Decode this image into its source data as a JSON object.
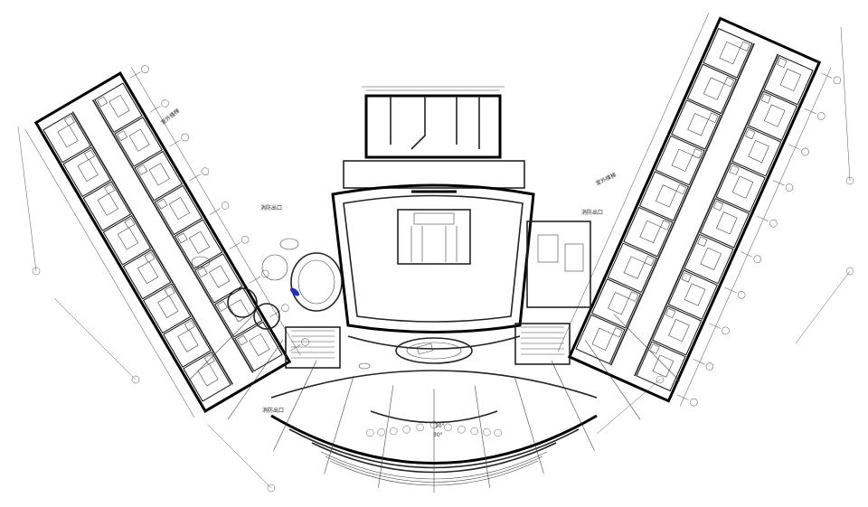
{
  "plan": {
    "labels": {
      "outdoor_stair_left": "室外楼梯",
      "outdoor_stair_right": "室外楼梯",
      "fire_exit_left": "消防出口",
      "fire_exit_right": "消防出口",
      "fire_exit_bottom": "消防出口",
      "angle_inner": "10°",
      "angle_outer": "30°"
    },
    "colors": {
      "line": "#111111",
      "highlight": "#1a2fd0",
      "background": "#ffffff"
    }
  }
}
